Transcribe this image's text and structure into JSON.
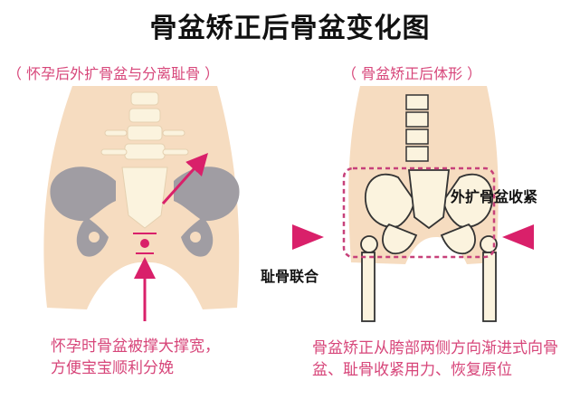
{
  "title": "骨盆矫正后骨盆变化图",
  "left_panel": {
    "subtitle": "（ 怀孕后外扩骨盆与分离耻骨 ）",
    "caption_line1": "怀孕时骨盆被撑大撑宽，",
    "caption_line2": "方便宝宝顺利分娩"
  },
  "right_panel": {
    "subtitle": "（ 骨盆矫正后体形 ）",
    "label_tighten": "外扩骨盆收紧",
    "label_symphysis": "耻骨联合",
    "caption_line1": "骨盆矫正从胯部两侧方向渐进式向骨",
    "caption_line2": "盆、耻骨收紧用力、恢复原位"
  },
  "colors": {
    "skin": "#f6dcc0",
    "bone": "#fbf3de",
    "pelvis_gray": "#a09da3",
    "accent": "#d9206a",
    "text_accent": "#d7467a"
  }
}
